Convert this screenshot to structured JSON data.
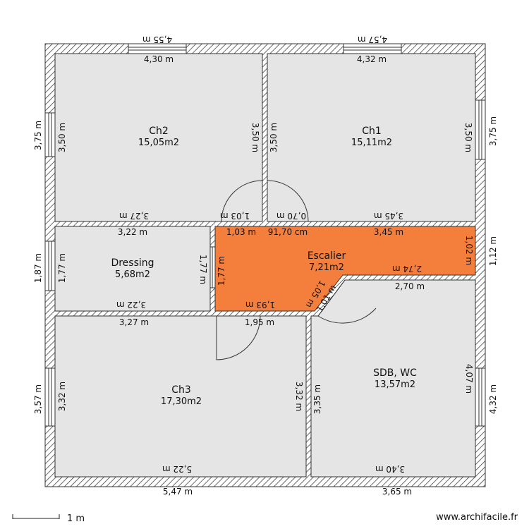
{
  "rooms": {
    "ch2": {
      "name": "Ch2",
      "area": "15,05m2"
    },
    "ch1": {
      "name": "Ch1",
      "area": "15,11m2"
    },
    "dressing": {
      "name": "Dressing",
      "area": "5,68m2"
    },
    "escalier": {
      "name": "Escalier",
      "area": "7,21m2"
    },
    "ch3": {
      "name": "Ch3",
      "area": "17,30m2"
    },
    "sdb": {
      "name": "SDB, WC",
      "area": "13,57m2"
    }
  },
  "dimensions": {
    "win_top_left": "4,55 m",
    "win_top_right": "4,57 m",
    "ch2_top": "4,30 m",
    "ch1_top": "4,32 m",
    "outer_left_top": "3,75 m",
    "ch2_left": "3,50 m",
    "ch2_right": "3,50 m",
    "ch1_left": "3,50 m",
    "ch1_right": "3,50 m",
    "outer_right_top": "3,75 m",
    "ch2_bottom": "3,27 m",
    "door_ch2": "1,03 m",
    "door_ch1": "0,70 m",
    "ch1_bottom": "3,45 m",
    "dressing_top": "3,22 m",
    "esc_top_left": "1,03 m",
    "esc_top_mid": "91,70 cm",
    "esc_top_right": "3,45 m",
    "esc_right": "1,02 m",
    "outer_right_mid": "1,12 m",
    "esc_bottom_right": "2,74 m",
    "sdb_top": "2,70 m",
    "outer_left_mid": "1,87 m",
    "dressing_left": "1,77 m",
    "dressing_right": "1,77 m",
    "esc_left": "1,77 m",
    "dressing_bottom": "3,22 m",
    "esc_bottom": "1,93 m",
    "esc_diag": "1,05 m",
    "sdb_door": "1,01 m",
    "ch3_top": "3,27 m",
    "ch3_top_right": "1,95 m",
    "outer_left_bot": "3,57 m",
    "ch3_left": "3,32 m",
    "ch3_right": "3,32 m",
    "sdb_left": "3,35 m",
    "sdb_right": "4,07 m",
    "outer_right_bot": "4,32 m",
    "ch3_bottom": "5,22 m",
    "sdb_bottom": "3,40 m",
    "outer_bottom_left": "5,47 m",
    "outer_bottom_right": "3,65 m"
  },
  "footer": {
    "scale": "1 m",
    "watermark": "www.archifacile.fr"
  },
  "colors": {
    "room_fill": "#e5e5e5",
    "escalier_fill": "#f47f3c",
    "wall_hatch": "#555555"
  }
}
